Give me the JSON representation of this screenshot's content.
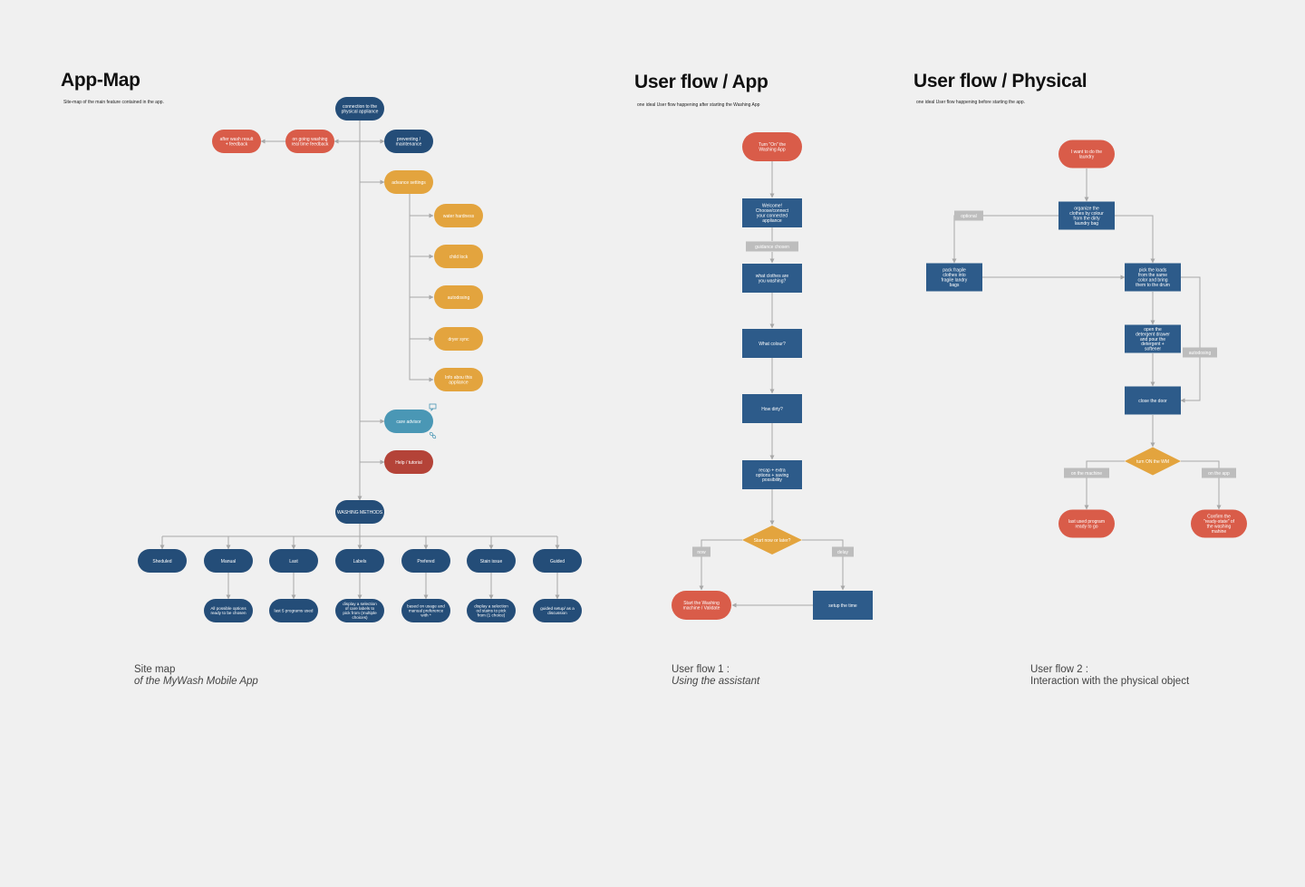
{
  "colors": {
    "navy": "#244d78",
    "blue_box": "#2d5b8a",
    "red": "#d95c49",
    "dark_red": "#b44338",
    "orange": "#e3a43e",
    "teal": "#4a97b5",
    "gray_label": "#bdbdbd",
    "line": "#a8a8a8",
    "background": "#f0f0f0"
  },
  "app_map": {
    "title": "App-Map",
    "subtitle": "Site-map of the main feature contained in the app.",
    "caption_line1": "Site map",
    "caption_line2": "of the MyWash Mobile App",
    "root": "connection to the physical appliance",
    "preventing": "preventing / maintenance",
    "ongoing": "on going washing real time feedback",
    "after_wash": "after wash result + feedback",
    "advance_settings": "advance settings",
    "settings": [
      "water hardness",
      "child lock",
      "autodosing",
      "dryer sync",
      "Info abou this appliance"
    ],
    "care_advisor": "care advisor",
    "care_advisor_icons": [
      "chat-icon",
      "link-icon"
    ],
    "help": "Help / tutorial",
    "washing_methods": "WASHING METHODS",
    "methods": [
      "Sheduled",
      "Manual",
      "Last",
      "Labels",
      "Prefered",
      "Stain issue",
      "Guided"
    ],
    "method_details": [
      "All possible options ready to be chosen",
      "last 5 programs used",
      "display a selection of care labels to pick from (multiple choices)",
      "based on usage and manual preference with *",
      "display a selection od stains to pick from (1 choice)",
      "guided setup/ as a discussion"
    ]
  },
  "user_flow_app": {
    "title": "User flow / App",
    "subtitle": "one ideal User flow happening after starting the Washing App",
    "caption_line1": "User flow 1 :",
    "caption_line2": "Using the assistant",
    "start": "Turn \"On\" the Washing App",
    "welcome": "Welcome! Choose/connect your connected appliance",
    "guidance_label": "guidance chosen",
    "clothes": "what clothes are you washing?",
    "colour": "What colour?",
    "dirty": "How dirty?",
    "recap": "recap + extra options + saving possibility",
    "decision": "Start now or later?",
    "now_label": "now",
    "delay_label": "delay",
    "start_machine": "Start the Washing machine / Validate",
    "setup_time": "setup the time"
  },
  "user_flow_physical": {
    "title": "User flow / Physical",
    "subtitle": "one ideal User flow happening before starting the app.",
    "caption_line1": "User flow 2 :",
    "caption_line2": "Interaction with the physical object",
    "start": "I want to do the laundry",
    "organize": "organize the clothes by colour from the dirty laundry bag",
    "optional_label": "optional",
    "pack": "pack fragile clothes into fragile landry bags",
    "pick": "pick the loads from the same color and bring them to the drum",
    "detergent": "open the detergent drawer and pour the detergent + softener",
    "autodosing_label": "autodosing",
    "close_door": "close the door",
    "turn_on": "turn ON the WM",
    "on_machine_label": "on the machine",
    "on_app_label": "on the app",
    "last_program": "last used program ready to go",
    "confirm": "Confirm the \"ready-state\" of the washing mahine"
  }
}
